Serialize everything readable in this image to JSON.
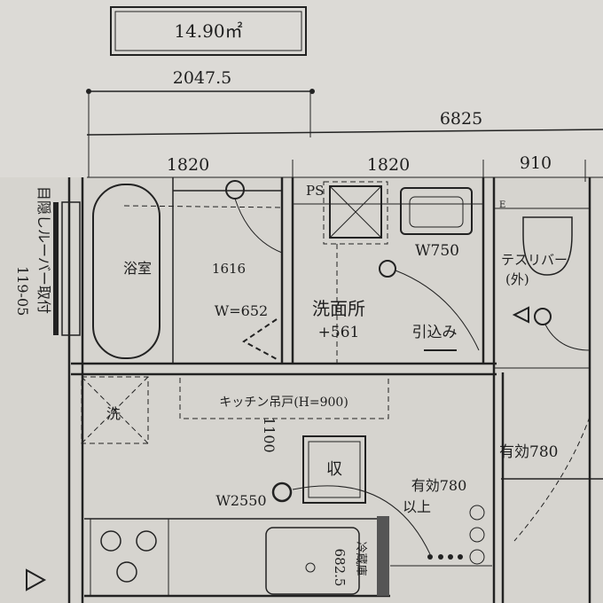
{
  "area_label": "14.90㎡",
  "dimensions": {
    "top_width": "2047.5",
    "overall_width": "6825",
    "bath_width": "1820",
    "wash_width": "1820",
    "toilet_width": "910",
    "kitchen_depth": "1100",
    "fridge_depth": "682.5"
  },
  "rooms": {
    "bath": "浴室",
    "bath_unit": "1616",
    "bath_door": "W=652",
    "ps": "PS",
    "washroom": "洗面所",
    "washroom_level": "+561",
    "vanity": "W750",
    "sliding_door": "引込み",
    "toilet_rail": "テスリバー",
    "toilet_rail_note": "(外)",
    "kitchen_cabinet": "キッチン吊戸(H=900)",
    "kitchen": "W2550",
    "storage": "収",
    "door_effective_1": "有効780",
    "door_effective_1b": "以上",
    "door_effective_2": "有効780",
    "fridge": "冷蔵庫",
    "washer": "洗",
    "louver_note": "目隠しルーバー取付",
    "code": "119-05",
    "outlet_mark": "E"
  }
}
